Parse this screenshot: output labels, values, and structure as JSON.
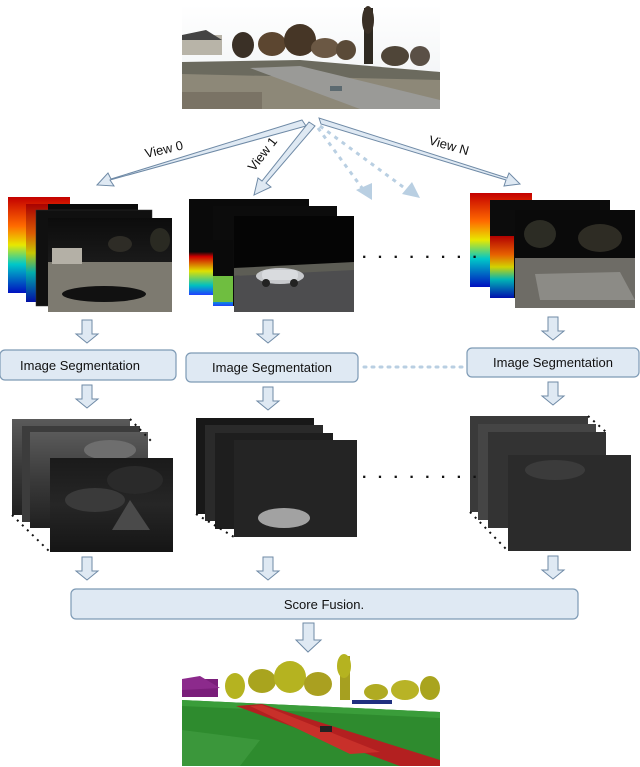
{
  "views": {
    "view0": "View 0",
    "view1": "View 1",
    "viewN": "View N"
  },
  "segmentation": {
    "left": "Image Segmentation",
    "middle": "Image Segmentation",
    "right": "Image Segmentation"
  },
  "fusion": {
    "label": "Score Fusion."
  },
  "colors": {
    "box_fill": "#dfe9f3",
    "box_stroke": "#7d9ab5",
    "arrow_fill": "#dfe9f3",
    "arrow_stroke": "#6f8aa6",
    "segment_road": "#b32020",
    "segment_vegetation": "#2e8b2e",
    "segment_tree": "#b5b320",
    "segment_building": "#7a1e7a"
  }
}
